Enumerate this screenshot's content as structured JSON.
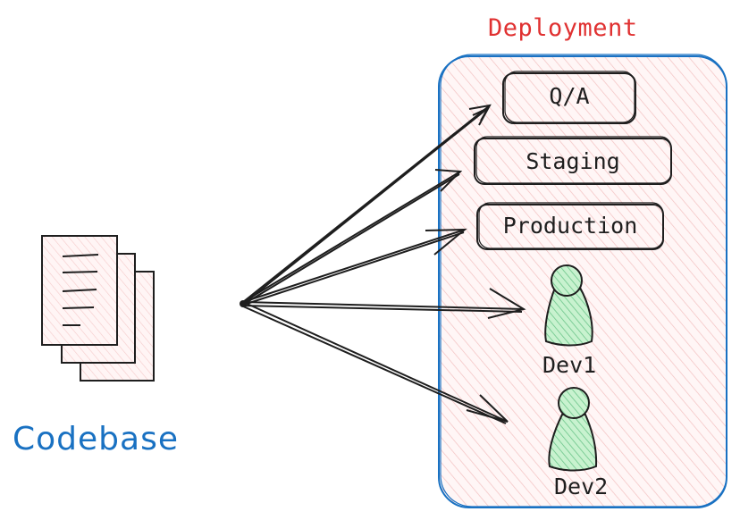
{
  "diagram": {
    "title": "Deployment",
    "source_label": "Codebase",
    "environments": [
      {
        "key": "qa",
        "label": "Q/A"
      },
      {
        "key": "staging",
        "label": "Staging"
      },
      {
        "key": "production",
        "label": "Production"
      }
    ],
    "developers": [
      {
        "key": "dev1",
        "label": "Dev1"
      },
      {
        "key": "dev2",
        "label": "Dev2"
      }
    ],
    "colors": {
      "deployment_title": "#e03131",
      "deployment_border": "#1971c2",
      "deployment_fill": "#ffe3e3",
      "document_fill": "#ffe3e3",
      "developer_fill": "#b2f2bb",
      "codebase_label": "#1971c2",
      "stroke": "#1e1e1e"
    },
    "icons": [
      "document-stack-icon",
      "person-icon",
      "arrow-icon"
    ]
  }
}
